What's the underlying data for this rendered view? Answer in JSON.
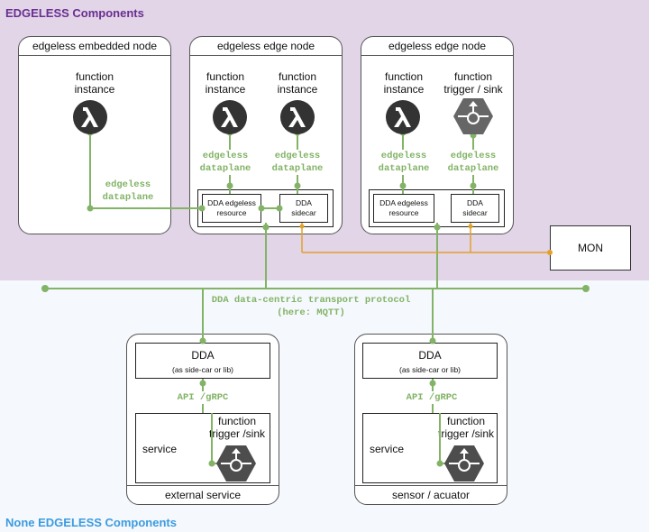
{
  "regions": {
    "edgeless_title": "EDGELESS Components",
    "non_edgeless_title": "None EDGELESS Components"
  },
  "nodes": {
    "embedded": {
      "header": "edgeless embedded node",
      "function_label": "function\ninstance",
      "dataplane_label": "edgeless\ndataplane"
    },
    "edge1": {
      "header": "edgeless edge node",
      "function1_label": "function\ninstance",
      "function2_label": "function\ninstance",
      "dataplane1_label": "edgeless\ndataplane",
      "dataplane2_label": "edgeless\ndataplane",
      "dda_resource": "DDA edgeless\nresource",
      "dda_sidecar": "DDA\nsidecar"
    },
    "edge2": {
      "header": "edgeless edge node",
      "function1_label": "function\ninstance",
      "function2_label": "function\ntrigger / sink",
      "dataplane1_label": "edgeless\ndataplane",
      "dataplane2_label": "edgeless\ndataplane",
      "dda_resource": "DDA edgeless\nresource",
      "dda_sidecar": "DDA\nsidecar"
    }
  },
  "mon": {
    "label": "MON"
  },
  "bus": {
    "label": "DDA data-centric transport protocol\n(here: MQTT)"
  },
  "external_service": {
    "footer": "external service",
    "dda_title": "DDA",
    "dda_subtitle": "(as side-car or lib)",
    "api_label": "API /gRPC",
    "service_label": "service",
    "function_label": "function\ntrigger /sink"
  },
  "sensor": {
    "footer": "sensor / acuator",
    "dda_title": "DDA",
    "dda_subtitle": "(as side-car or lib)",
    "api_label": "API /gRPC",
    "service_label": "service",
    "function_label": "function\ntrigger /sink"
  },
  "colors": {
    "edgeless_bg": "#e1d5e7",
    "non_edgeless_bg": "#f5f8fc",
    "dataplane_green": "#82b366",
    "mon_orange": "#e2a02b",
    "icon_dark": "#333333",
    "icon_grey": "#666666"
  },
  "icons": [
    "lambda-icon",
    "trigger-sink-icon"
  ]
}
